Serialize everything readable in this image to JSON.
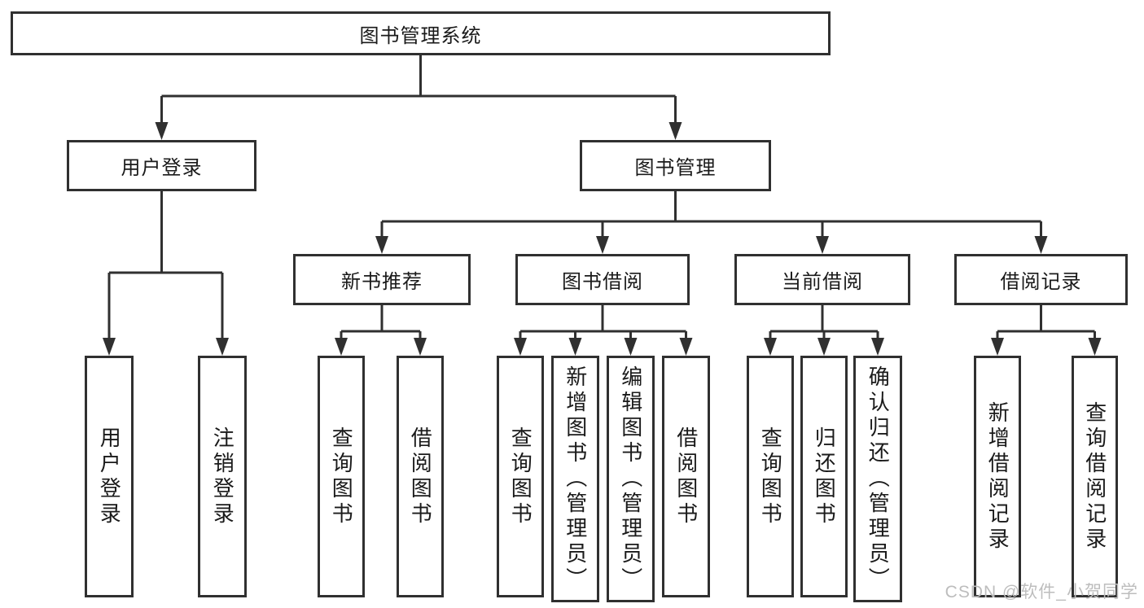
{
  "root": {
    "label": "图书管理系统",
    "children": [
      {
        "label": "用户登录",
        "children": [
          {
            "label": "用户登录"
          },
          {
            "label": "注销登录"
          }
        ]
      },
      {
        "label": "图书管理",
        "children": [
          {
            "label": "新书推荐",
            "children": [
              {
                "label": "查询图书"
              },
              {
                "label": "借阅图书"
              }
            ]
          },
          {
            "label": "图书借阅",
            "children": [
              {
                "label": "查询图书"
              },
              {
                "label": "新增图书（管理员）"
              },
              {
                "label": "编辑图书（管理员）"
              },
              {
                "label": "借阅图书"
              }
            ]
          },
          {
            "label": "当前借阅",
            "children": [
              {
                "label": "查询图书"
              },
              {
                "label": "归还图书"
              },
              {
                "label": "确认归还（管理员）"
              }
            ]
          },
          {
            "label": "借阅记录",
            "children": [
              {
                "label": "新增借阅记录"
              },
              {
                "label": "查询借阅记录"
              }
            ]
          }
        ]
      }
    ]
  },
  "watermark": {
    "text": "CSDN @软件_小贺同学"
  },
  "colors": {
    "line": "#303030",
    "text": "#1a1a1a",
    "background": "#ffffff",
    "watermark": "#bdbdbd"
  }
}
